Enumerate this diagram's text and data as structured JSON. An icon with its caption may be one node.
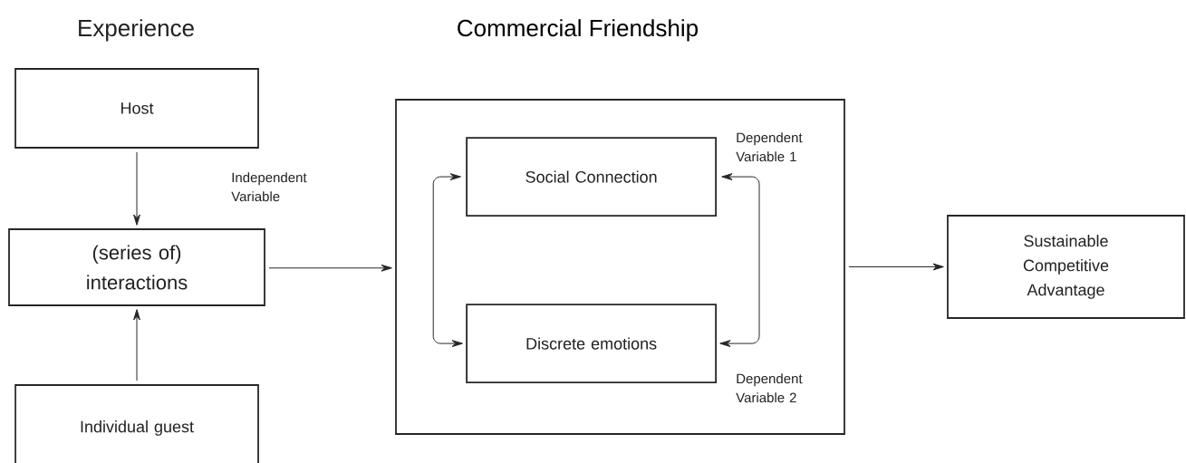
{
  "diagram": {
    "nodes": [
      {
        "text": [
          "Host"
        ]
      },
      {
        "text": [
          "(series of) interactions"
        ]
      },
      {
        "text": [
          "Individual guest"
        ]
      },
      {
        "text": [
          "Commercial Friendship"
        ]
      },
      {
        "text": [
          "Social Connection"
        ],
        "in": 3,
        "beside": [
          "Dependent Variable 1"
        ]
      },
      {
        "text": [
          "Discrete emotions"
        ],
        "in": 3,
        "beside": [
          "Dependent Variable 2"
        ]
      },
      {
        "text": [
          "Sustainable Competitive Advantage"
        ]
      }
    ],
    "edges": [
      {
        "from": 0,
        "to": 1,
        "arrow": "to"
      },
      {
        "from": 2,
        "to": 1,
        "arrow": "to"
      },
      {
        "from": 1,
        "to": 3,
        "arrow": "to",
        "label": "Independent Variable"
      },
      {
        "from": 4,
        "to": 5,
        "arrow": "both"
      },
      {
        "from": 4,
        "to": 5,
        "arrow": "both"
      },
      {
        "from": 3,
        "to": 6,
        "arrow": "to"
      }
    ],
    "labels": [
      "Experience"
    ]
  }
}
